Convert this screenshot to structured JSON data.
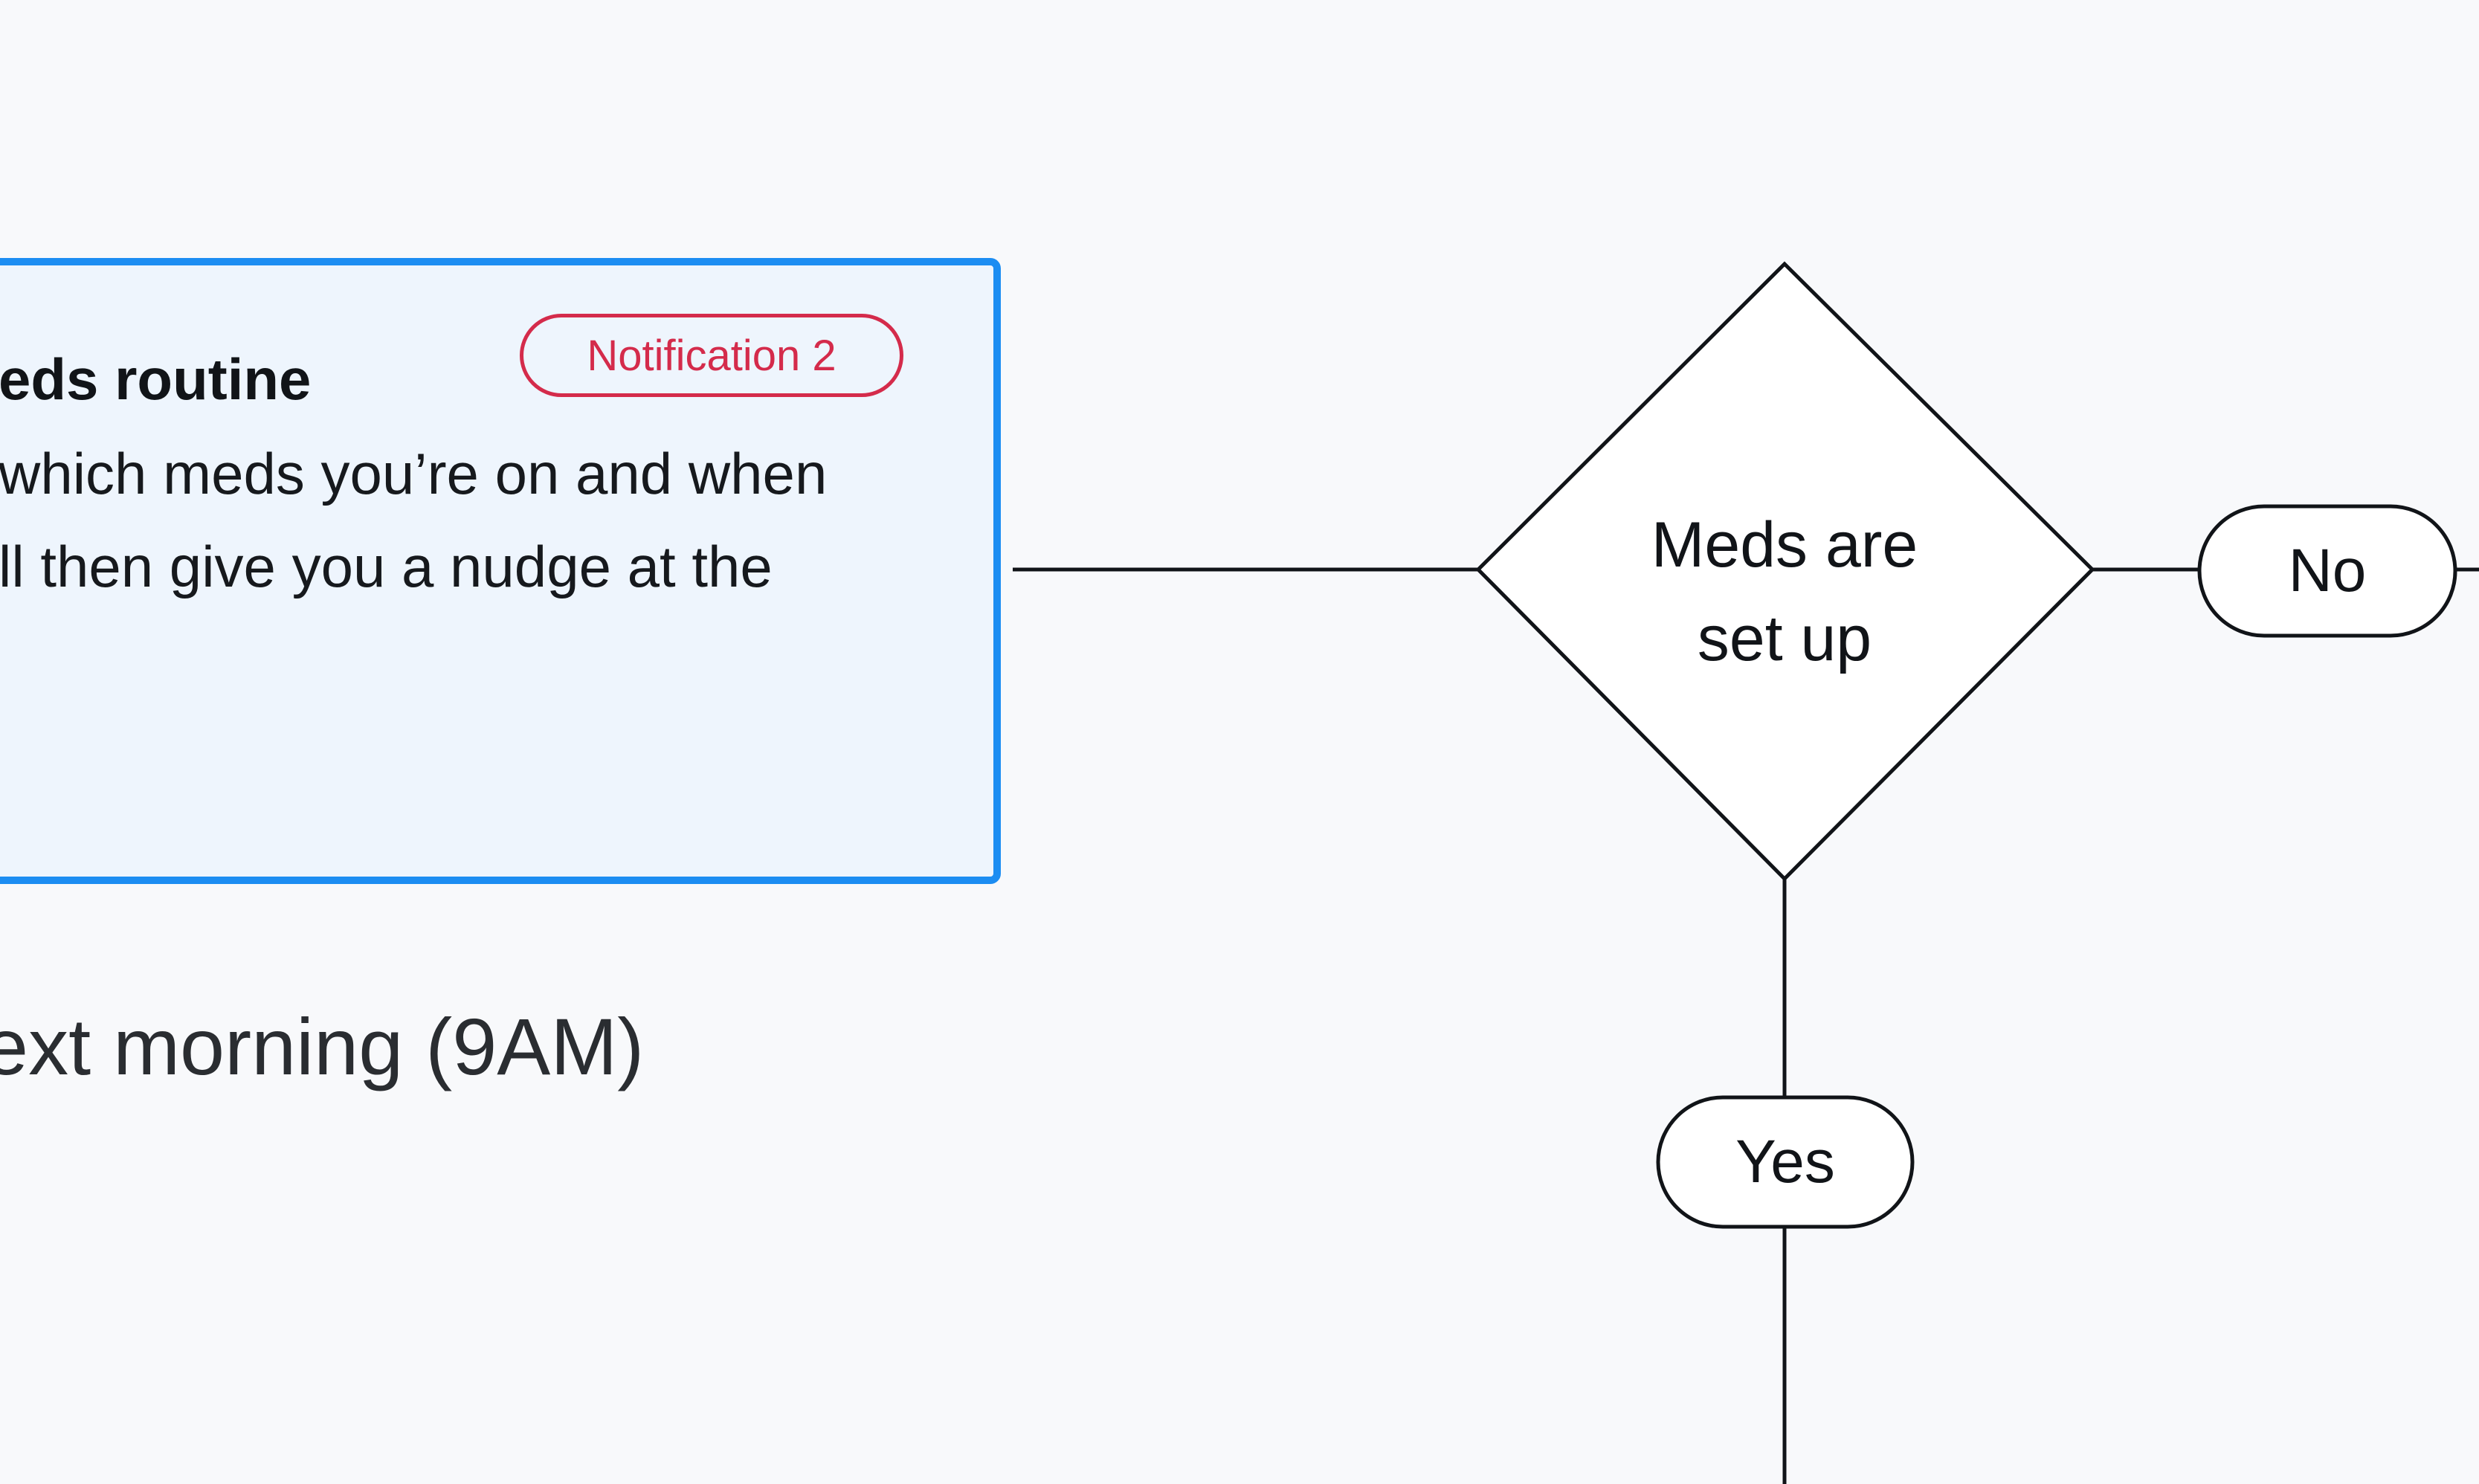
{
  "card": {
    "title": "eds routine",
    "badge": "Notification 2",
    "body_lines": [
      "which meds you’re on and when",
      "ll then give you a nudge at the"
    ],
    "border_color": "#1c8df2",
    "background_color": "#eef5fd"
  },
  "timing_label": "ext morning (9AM)",
  "decision": {
    "line1": "Meds are",
    "line2": "set up"
  },
  "branches": {
    "no": "No",
    "yes": "Yes"
  },
  "colors": {
    "badge": "#d42b4b",
    "stroke": "#111418",
    "background": "#f8f9fb"
  }
}
